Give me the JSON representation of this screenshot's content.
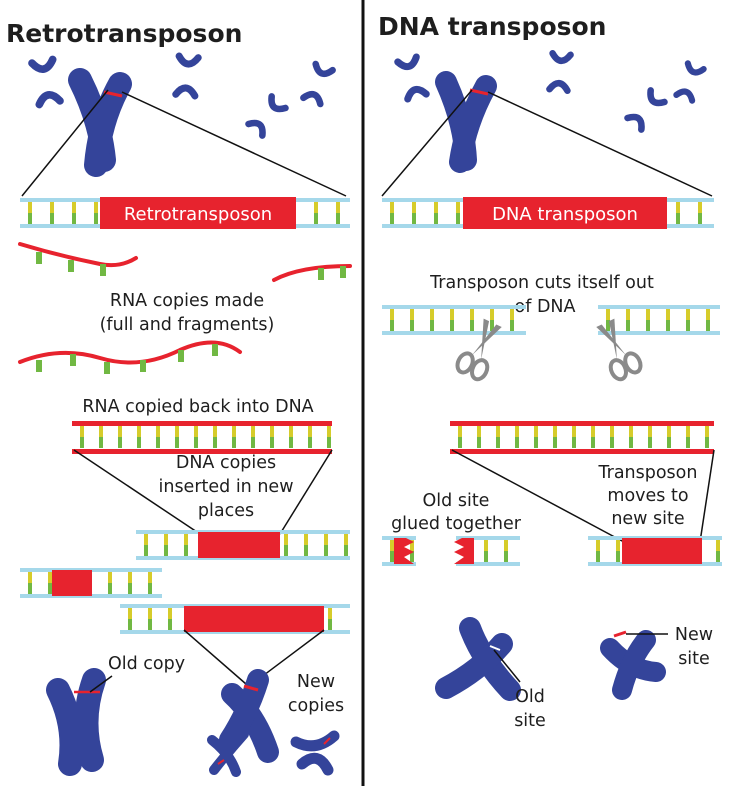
{
  "retro": {
    "title": "Retrotransposon",
    "box_label": "Retrotransposon",
    "rna_caption": [
      "RNA copies made",
      "(full and fragments)"
    ],
    "copied_back": "RNA copied back into DNA",
    "inserted": [
      "DNA copies",
      "inserted in new",
      "places"
    ],
    "old_copy": "Old copy",
    "new_copies": [
      "New",
      "copies"
    ]
  },
  "dna": {
    "title": "DNA transposon",
    "box_label": "DNA transposon",
    "cuts": [
      "Transposon cuts itself out",
      "of DNA"
    ],
    "old_site_glued": [
      "Old site",
      "glued together"
    ],
    "moves": [
      "Transposon",
      "moves to",
      "new site"
    ],
    "old_site": [
      "Old",
      "site"
    ],
    "new_site": [
      "New",
      "site"
    ]
  },
  "colors": {
    "chromosome": "#34449a",
    "transposon": "#e7232e",
    "dna_strand": "#a5d8ea",
    "base_green": "#71b843",
    "base_yellow": "#d6cc2a",
    "scissors": "#8a8a8a",
    "divider": "#111111"
  }
}
